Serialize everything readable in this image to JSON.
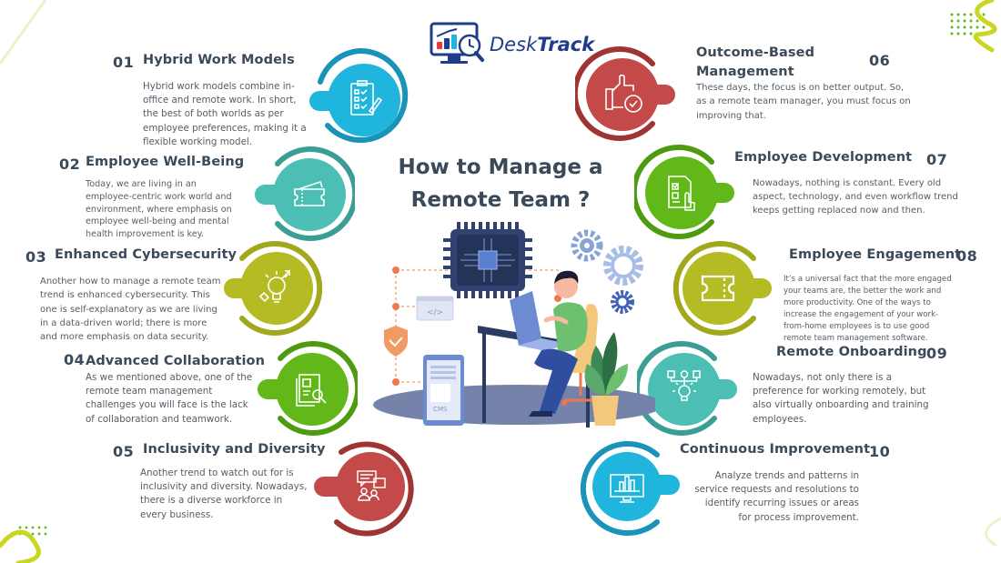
{
  "logo": {
    "brand_light": "Desk",
    "brand_bold": "Track"
  },
  "title": {
    "line1": "How to Manage a",
    "line2": "Remote Team ?"
  },
  "colors": {
    "blue": "#1fb5dc",
    "blue_ring": "#1a93b8",
    "teal": "#4bbfb3",
    "teal_ring": "#3a9e95",
    "olive": "#b5bb22",
    "olive_ring": "#a2a81c",
    "green": "#62b818",
    "green_ring": "#4f9b10",
    "red": "#c44a4a",
    "red_ring": "#9e3434",
    "heading": "#3b4a5a",
    "body": "#555d66"
  },
  "items": [
    {
      "num": "01",
      "title": "Hybrid Work Models",
      "icon": "checklist-icon",
      "color": "blue",
      "desc": [
        "Hybrid work models combine in-",
        "office and remote work. In short,",
        "the best of both worlds as per",
        "employee preferences, making it a",
        "flexible working model."
      ]
    },
    {
      "num": "02",
      "title": "Employee Well-Being",
      "icon": "tickets-icon",
      "color": "teal",
      "desc": [
        "Today, we are living in an",
        "employee-centric work world and",
        "environment, where emphasis on",
        "employee well-being and mental",
        "health improvement is key."
      ]
    },
    {
      "num": "03",
      "title": "Enhanced Cybersecurity",
      "icon": "lightbulb-idea-icon",
      "color": "olive",
      "desc": [
        "Another how to manage a remote team",
        "trend is enhanced cybersecurity. This",
        "one is self-explanatory as we are living",
        "in a data-driven world; there is more",
        "and more emphasis on data security."
      ]
    },
    {
      "num": "04",
      "title": "Advanced Collaboration",
      "icon": "document-search-icon",
      "color": "green",
      "desc": [
        "As we mentioned above, one of the",
        "remote team management",
        "challenges you will face is the lack",
        "of collaboration and teamwork."
      ]
    },
    {
      "num": "05",
      "title": "Inclusivity and Diversity",
      "icon": "team-chat-icon",
      "color": "red",
      "desc": [
        "Another trend to watch out for is",
        "inclusivity and diversity. Nowadays,",
        "there is a diverse workforce in",
        "every business."
      ]
    },
    {
      "num": "06",
      "title_lines": [
        "Outcome-Based",
        "Management"
      ],
      "icon": "thumbs-up-check-icon",
      "color": "red",
      "desc": [
        "These days, the focus is on better output. So,",
        "as a remote team manager, you must focus on",
        "improving that."
      ]
    },
    {
      "num": "07",
      "title": "Employee Development",
      "icon": "checklist-hand-icon",
      "color": "green",
      "desc": [
        "Nowadays, nothing is constant. Every old",
        "aspect, technology, and even workflow trend",
        "keeps getting replaced now and then."
      ]
    },
    {
      "num": "08",
      "title": "Employee Engagement",
      "icon": "ticket-icon",
      "color": "olive",
      "desc": [
        "It’s a universal fact that the more engaged",
        "your teams are, the better the work and",
        "more productivity. One of the ways to",
        "increase the engagement of your work-",
        "from-home employees is to use good",
        "remote team management software."
      ]
    },
    {
      "num": "09",
      "title": "Remote Onboarding",
      "icon": "idea-network-icon",
      "color": "teal",
      "desc": [
        "Nowadays, not only there is a",
        "preference for working remotely, but",
        "also virtually onboarding and training",
        "employees."
      ]
    },
    {
      "num": "10",
      "title": "Continuous Improvement",
      "icon": "monitor-chart-icon",
      "color": "blue",
      "desc": [
        "Analyze trends and patterns in",
        "service requests and resolutions to",
        "identify recurring issues or areas",
        "for process improvement."
      ]
    }
  ],
  "illustration": {
    "code_label": "</>",
    "cms_label": "CMS"
  }
}
